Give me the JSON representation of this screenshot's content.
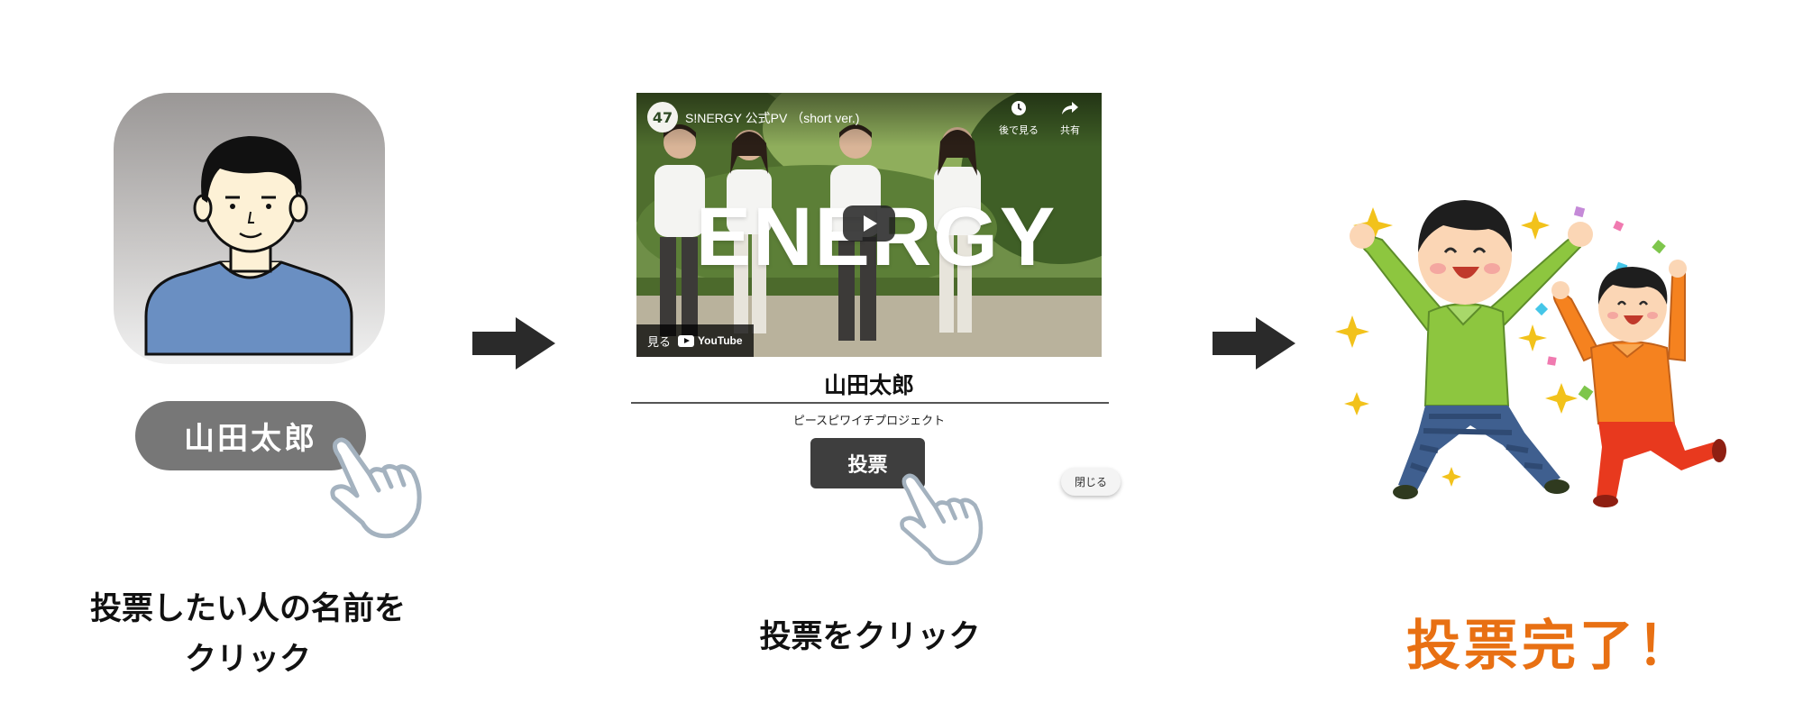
{
  "step1": {
    "name_button_label": "山田太郎",
    "caption_lines": [
      "投票したい人の名前を",
      "クリック"
    ]
  },
  "step2": {
    "video": {
      "channel_logo_text": "47",
      "title": "S!NERGY 公式PV （short ver.)",
      "watch_later_label": "後で見る",
      "share_label": "共有",
      "overlay_text": "ENERGY",
      "watch_on_label": "見る",
      "youtube_label": "YouTube"
    },
    "candidate_name": "山田太郎",
    "project_name": "ピースピワイチプロジェクト",
    "vote_button_label": "投票",
    "close_button_label": "閉じる",
    "caption": "投票をクリック"
  },
  "step3": {
    "done_text": "投票完了！"
  },
  "colors": {
    "pill_gray": "#777777",
    "vote_button": "#3e3e3e",
    "done_orange": "#e87013",
    "arrow": "#2a2a2a"
  },
  "icons": [
    "pointing-hand-icon",
    "right-arrow-icon",
    "play-icon",
    "clock-icon",
    "share-icon",
    "youtube-logo-icon"
  ]
}
